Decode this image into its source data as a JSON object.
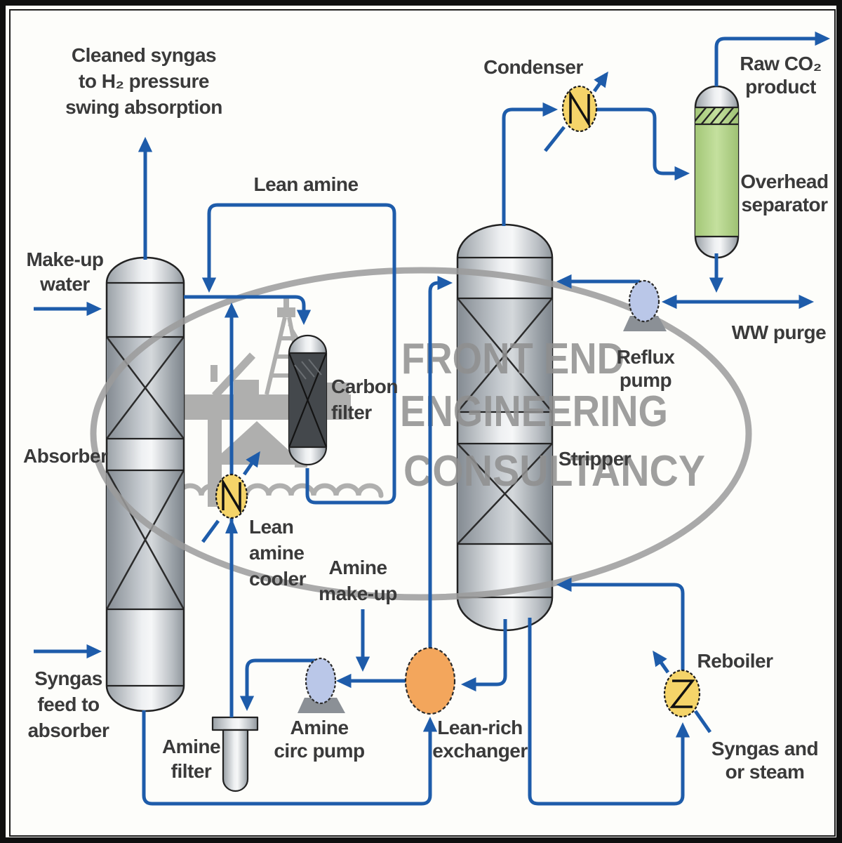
{
  "title": "Amine CO2 removal process flow diagram",
  "watermark": {
    "line1": "FRONT END",
    "line2": "ENGINEERING",
    "line3": "CONSULTANCY"
  },
  "labels": {
    "cleaned_syngas": "Cleaned syngas\nto H₂ pressure\nswing absorption",
    "makeup_water": "Make-up\nwater",
    "absorber": "Absorber",
    "syngas_feed": "Syngas\nfeed to\nabsorber",
    "lean_amine": "Lean amine",
    "carbon_filter": "Carbon\nfilter",
    "lean_amine_cooler": "Lean\namine\ncooler",
    "amine_makeup": "Amine\nmake-up",
    "amine_filter": "Amine\nfilter",
    "amine_circ_pump": "Amine\ncirc pump",
    "lean_rich_exchanger": "Lean-rich\nexchanger",
    "stripper": "Stripper",
    "condenser": "Condenser",
    "raw_co2": "Raw CO₂\nproduct",
    "overhead_separator": "Overhead\nseparator",
    "reflux_pump": "Reflux\npump",
    "ww_purge": "WW purge",
    "reboiler": "Reboiler",
    "syngas_steam": "Syngas and\nor steam"
  },
  "colors": {
    "pipe_blue": "#1e5caa",
    "exchanger_yellow": "#f5d469",
    "exchanger_orange": "#f3a65c",
    "pump_blue": "#bac7e8",
    "separator_green": "#b8d88e",
    "carbon_filter_dark": "#44484c",
    "watermark_gray": "#8f8f8f",
    "label_text": "#3a3a3a"
  }
}
